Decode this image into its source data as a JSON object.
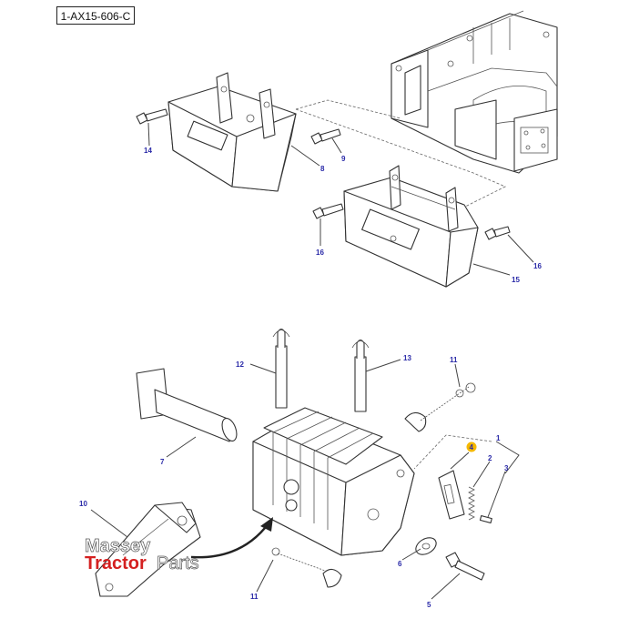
{
  "reference_code": "1-AX15-606-C",
  "callouts": [
    "14",
    "8",
    "9",
    "16",
    "16",
    "15",
    "12",
    "13",
    "11",
    "1",
    "4",
    "2",
    "3",
    "7",
    "10",
    "6",
    "5",
    "11"
  ],
  "watermark": {
    "line1": "Massey",
    "line2a": "Tractor",
    "line2b": "Parts",
    "accent_color": "#d42020"
  },
  "highlight_color": "#f5b800"
}
